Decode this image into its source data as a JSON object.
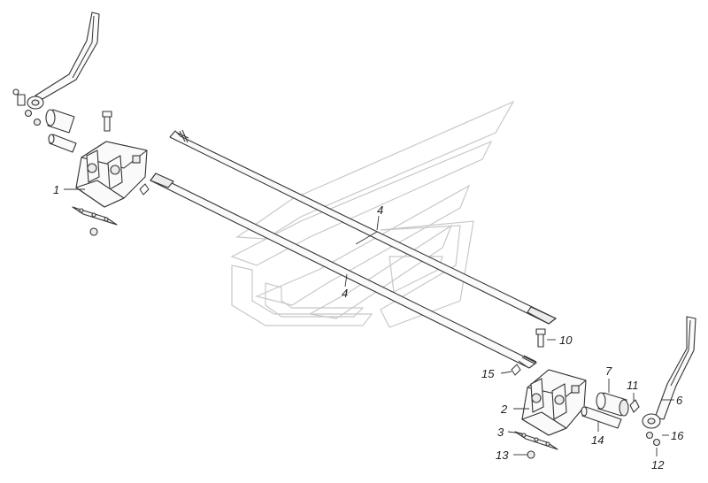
{
  "callouts": {
    "c1": "1",
    "c2": "2",
    "c3": "3",
    "c4a": "4",
    "c4b": "4",
    "c6": "6",
    "c7": "7",
    "c10": "10",
    "c11": "11",
    "c12": "12",
    "c13": "13",
    "c14": "14",
    "c15": "15",
    "c16": "16"
  },
  "colors": {
    "line": "#333333",
    "watermark": "#c8c8c8",
    "background": "#ffffff"
  }
}
